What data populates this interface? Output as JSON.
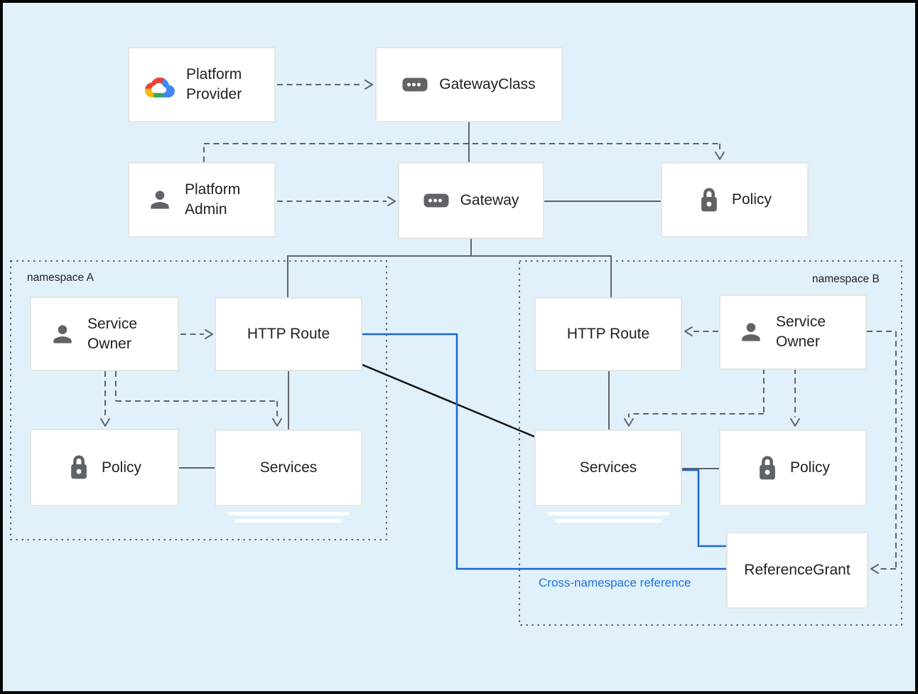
{
  "diagram": {
    "background_color": "#e1f1fb",
    "colors": {
      "box_fill": "#ffffff",
      "box_border": "#e4e6e6",
      "connector_gray": "#5f6368",
      "connector_blue": "#1967d2",
      "connector_black": "#111111",
      "label_text": "#202124",
      "annotation_blue": "#1a73e8"
    },
    "nodes": {
      "platform_provider": {
        "label": "Platform Provider",
        "icon": "google-cloud-icon"
      },
      "gateway_class": {
        "label": "GatewayClass",
        "icon": "chip-icon"
      },
      "platform_admin": {
        "label": "Platform Admin",
        "icon": "person-icon"
      },
      "gateway": {
        "label": "Gateway",
        "icon": "chip-icon"
      },
      "policy_top": {
        "label": "Policy",
        "icon": "lock-icon"
      },
      "service_owner_a": {
        "label": "Service Owner",
        "icon": "person-icon"
      },
      "http_route_a": {
        "label": "HTTP Route",
        "icon": null
      },
      "policy_a": {
        "label": "Policy",
        "icon": "lock-icon"
      },
      "services_a": {
        "label": "Services",
        "icon": null
      },
      "http_route_b": {
        "label": "HTTP Route",
        "icon": null
      },
      "service_owner_b": {
        "label": "Service Owner",
        "icon": "person-icon"
      },
      "services_b": {
        "label": "Services",
        "icon": null
      },
      "policy_b": {
        "label": "Policy",
        "icon": "lock-icon"
      },
      "reference_grant": {
        "label": "ReferenceGrant",
        "icon": null
      }
    },
    "regions": {
      "namespace_a": {
        "label": "namespace A"
      },
      "namespace_b": {
        "label": "namespace B"
      }
    },
    "annotations": {
      "cross_namespace": {
        "label": "Cross-namespace reference"
      }
    }
  }
}
